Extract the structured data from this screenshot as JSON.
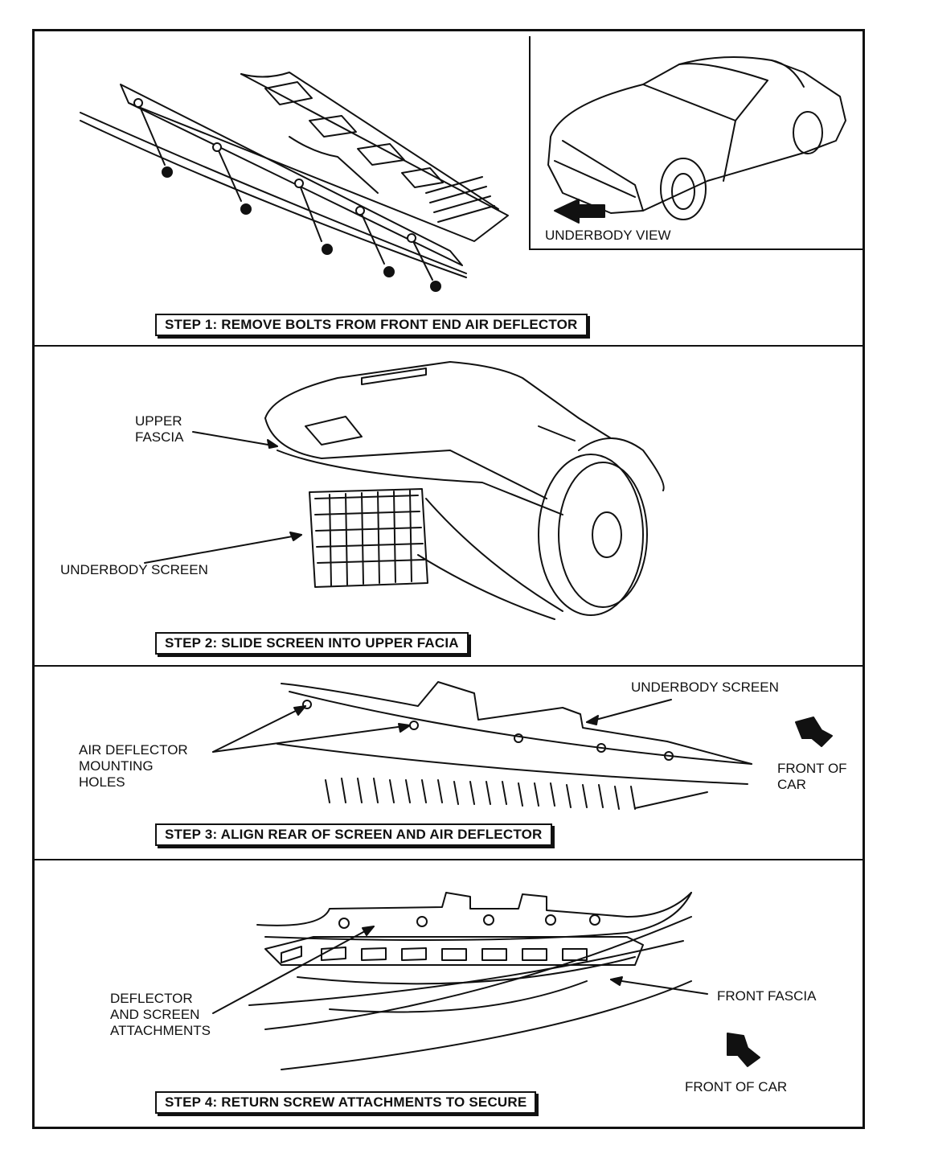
{
  "panel1": {
    "inset_label": "UNDERBODY VIEW",
    "step_label": "STEP 1: REMOVE BOLTS FROM FRONT END AIR DEFLECTOR"
  },
  "panel2": {
    "upper_fascia": [
      "UPPER",
      "FASCIA"
    ],
    "underbody_screen": "UNDERBODY SCREEN",
    "step_label": "STEP 2: SLIDE SCREEN INTO UPPER FACIA"
  },
  "panel3": {
    "underbody_screen": "UNDERBODY SCREEN",
    "mounting_holes": [
      "AIR DEFLECTOR",
      "MOUNTING",
      "HOLES"
    ],
    "front_of_car": [
      "FRONT OF",
      "CAR"
    ],
    "step_label": "STEP 3: ALIGN REAR OF SCREEN AND AIR DEFLECTOR"
  },
  "panel4": {
    "attachments": [
      "DEFLECTOR",
      "AND SCREEN",
      "ATTACHMENTS"
    ],
    "front_fascia": "FRONT FASCIA",
    "front_of_car": "FRONT OF CAR",
    "step_label": "STEP 4: RETURN SCREW ATTACHMENTS TO SECURE"
  }
}
